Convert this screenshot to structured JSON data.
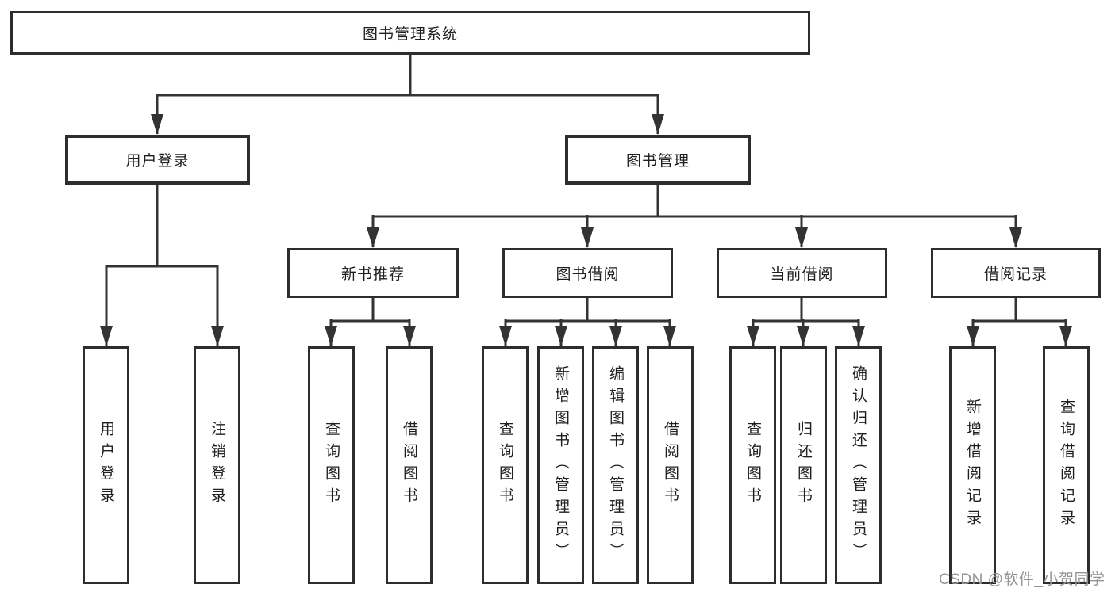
{
  "diagram": {
    "root": {
      "label": "图书管理系统"
    },
    "children": [
      {
        "label": "用户登录",
        "children": [
          {
            "label": "用户登录"
          },
          {
            "label": "注销登录"
          }
        ]
      },
      {
        "label": "图书管理",
        "children": [
          {
            "label": "新书推荐",
            "children": [
              {
                "label": "查询图书"
              },
              {
                "label": "借阅图书"
              }
            ]
          },
          {
            "label": "图书借阅",
            "children": [
              {
                "label": "查询图书"
              },
              {
                "label": "新增图书（管理员）"
              },
              {
                "label": "编辑图书（管理员）"
              },
              {
                "label": "借阅图书"
              }
            ]
          },
          {
            "label": "当前借阅",
            "children": [
              {
                "label": "查询图书"
              },
              {
                "label": "归还图书"
              },
              {
                "label": "确认归还（管理员）"
              }
            ]
          },
          {
            "label": "借阅记录",
            "children": [
              {
                "label": "新增借阅记录"
              },
              {
                "label": "查询借阅记录"
              }
            ]
          }
        ]
      }
    ]
  },
  "watermark": {
    "text": "CSDN @软件_小贺同学"
  },
  "colors": {
    "line": "#333333",
    "box_border": "#2d2d2d",
    "text": "#1f1f1f",
    "background": "#ffffff",
    "watermark_gray": "#949494"
  }
}
